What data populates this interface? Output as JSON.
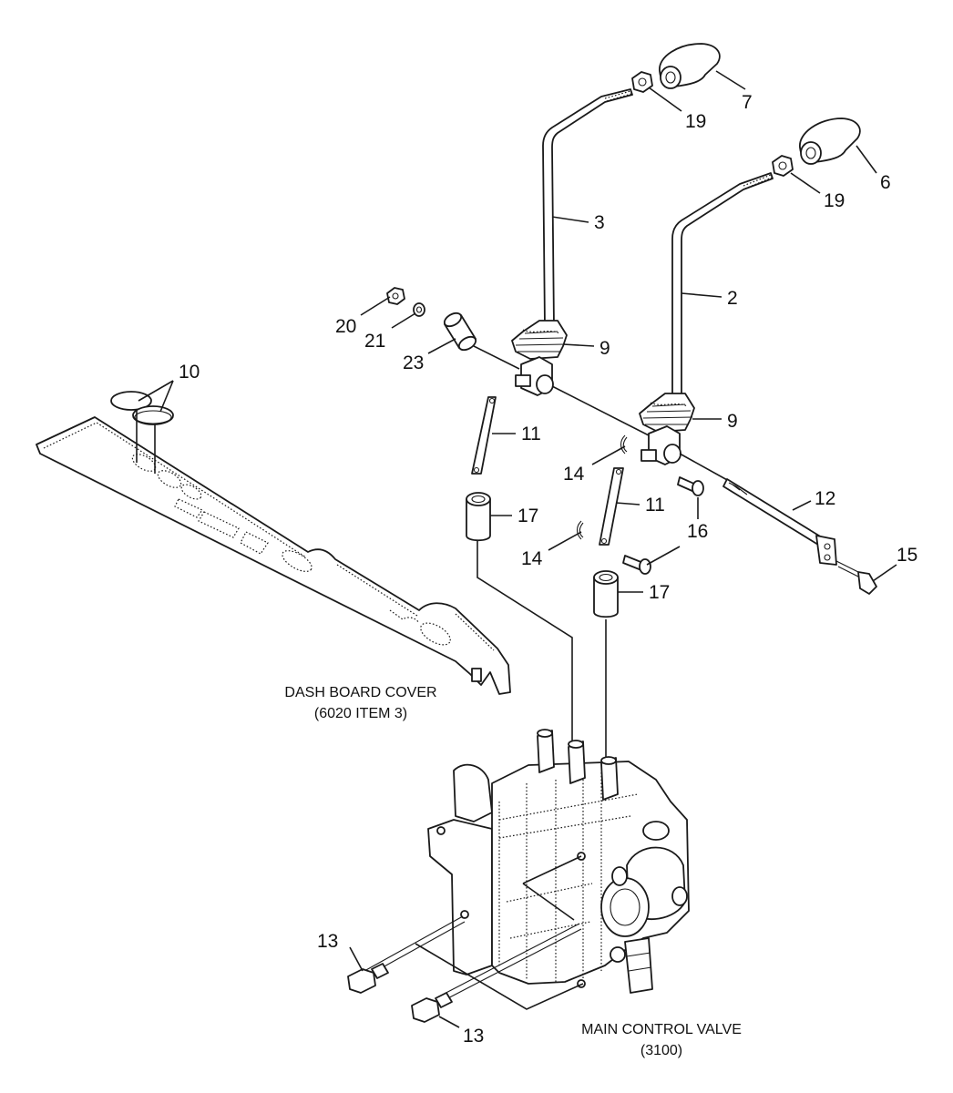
{
  "callouts": {
    "c7": "7",
    "c19a": "19",
    "c3": "3",
    "c6": "6",
    "c19b": "19",
    "c2": "2",
    "c20": "20",
    "c21": "21",
    "c23": "23",
    "c9a": "9",
    "c9b": "9",
    "c10": "10",
    "c11a": "11",
    "c11b": "11",
    "c14a": "14",
    "c14b": "14",
    "c12": "12",
    "c16": "16",
    "c17a": "17",
    "c17b": "17",
    "c15": "15",
    "c13a": "13",
    "c13b": "13"
  },
  "captions": {
    "dash_title": "DASH BOARD COVER",
    "dash_ref": "(6020 ITEM 3)",
    "valve_title": "MAIN CONTROL VALVE",
    "valve_ref": "(3100)"
  },
  "colors": {
    "ink": "#1a1a1a",
    "paper": "#ffffff"
  }
}
